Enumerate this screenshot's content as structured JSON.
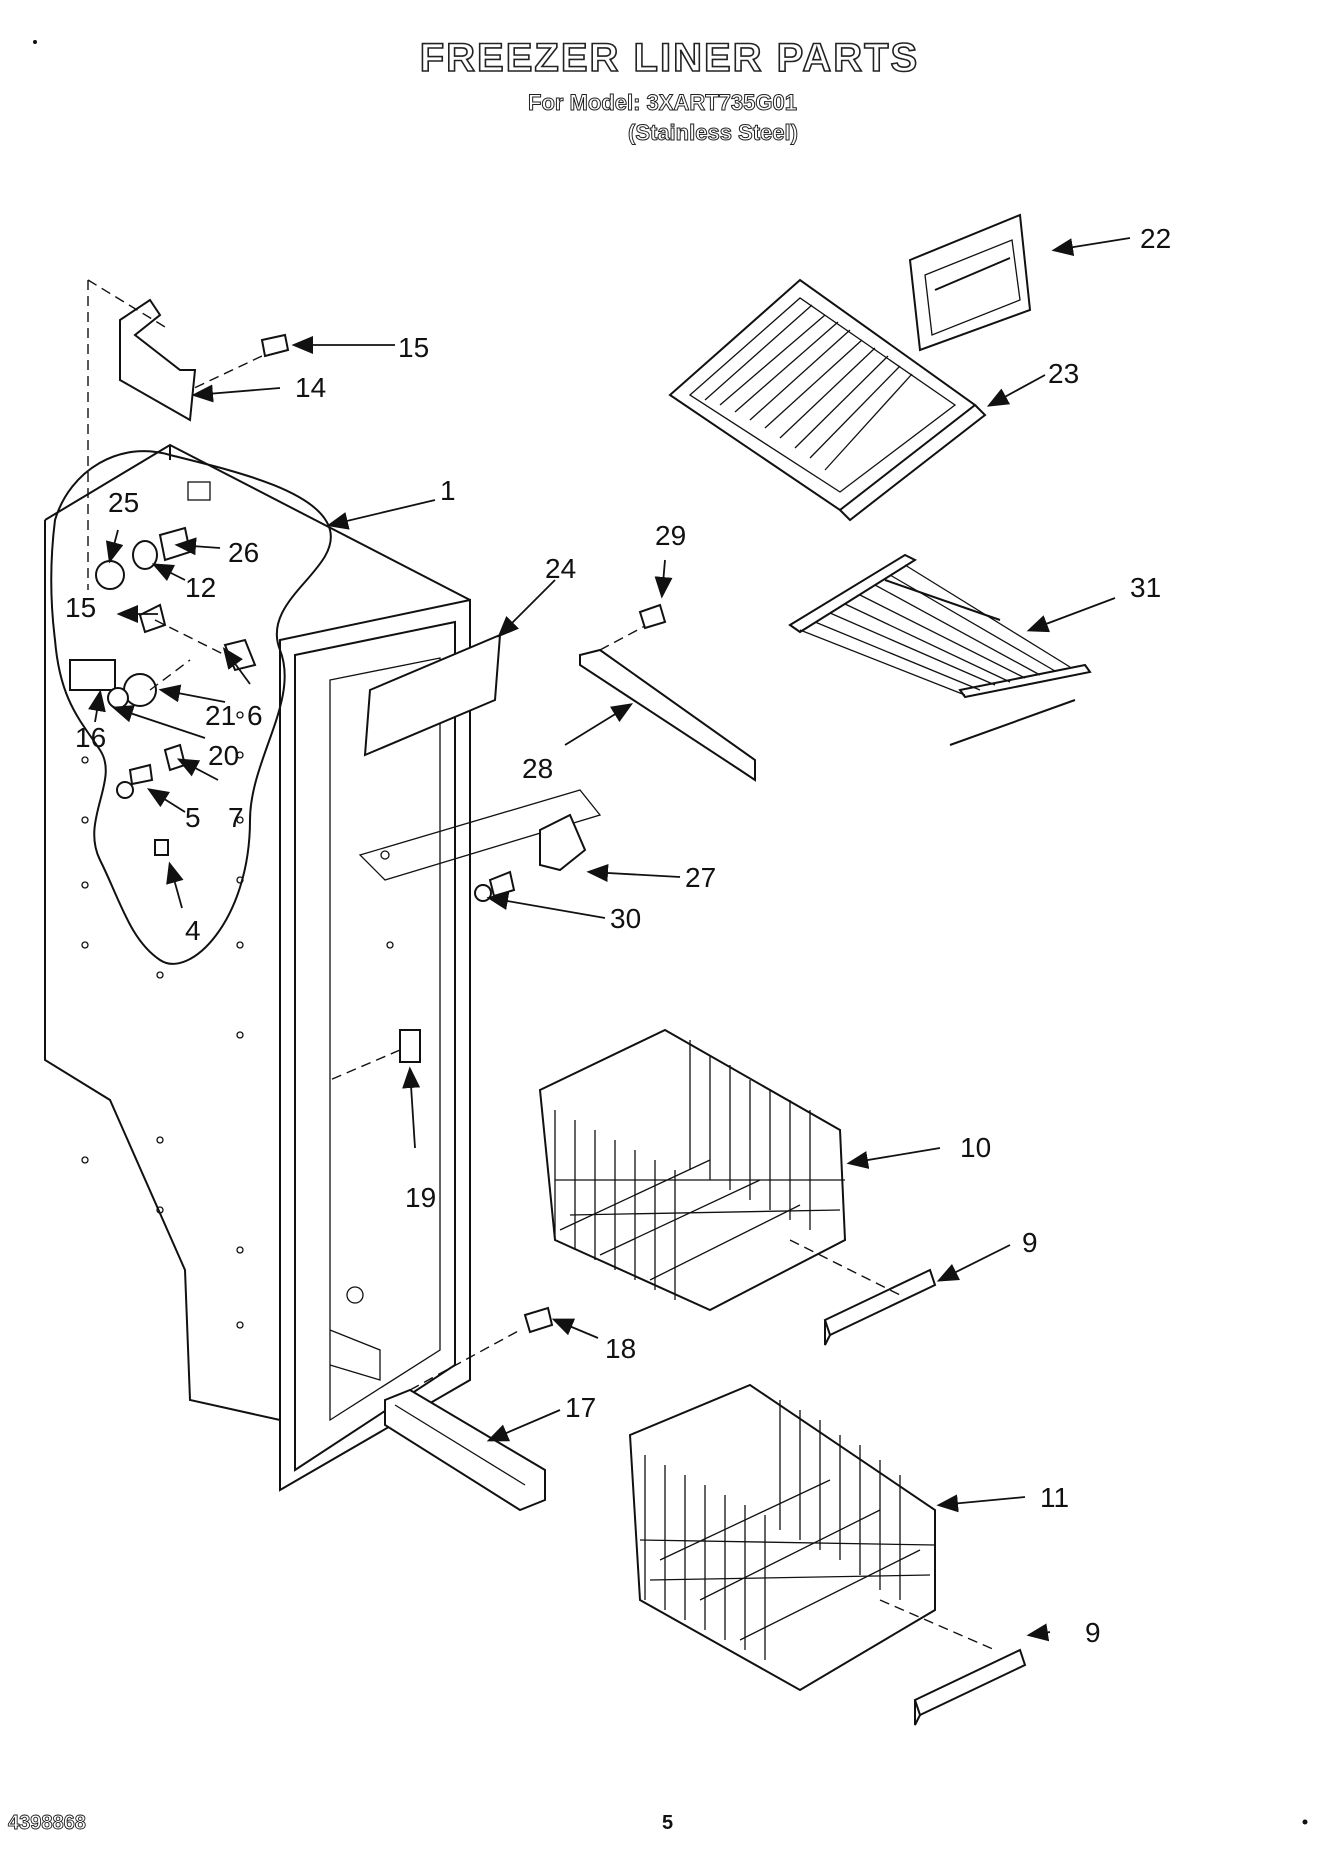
{
  "header": {
    "title": "FREEZER LINER PARTS",
    "model_line": "For Model: 3XART735G01",
    "variant_line": "(Stainless Steel)"
  },
  "footer": {
    "doc_number": "4398868",
    "page_number": "5"
  },
  "callouts": {
    "c1": "1",
    "c4": "4",
    "c5": "5",
    "c6": "6",
    "c7": "7",
    "c9a": "9",
    "c9b": "9",
    "c10": "10",
    "c11": "11",
    "c12": "12",
    "c14": "14",
    "c15a": "15",
    "c15b": "15",
    "c16": "16",
    "c17": "17",
    "c18": "18",
    "c19": "19",
    "c20": "20",
    "c21": "21",
    "c22": "22",
    "c23": "23",
    "c24": "24",
    "c25": "25",
    "c26": "26",
    "c27": "27",
    "c28": "28",
    "c29": "29",
    "c30": "30",
    "c31": "31"
  }
}
